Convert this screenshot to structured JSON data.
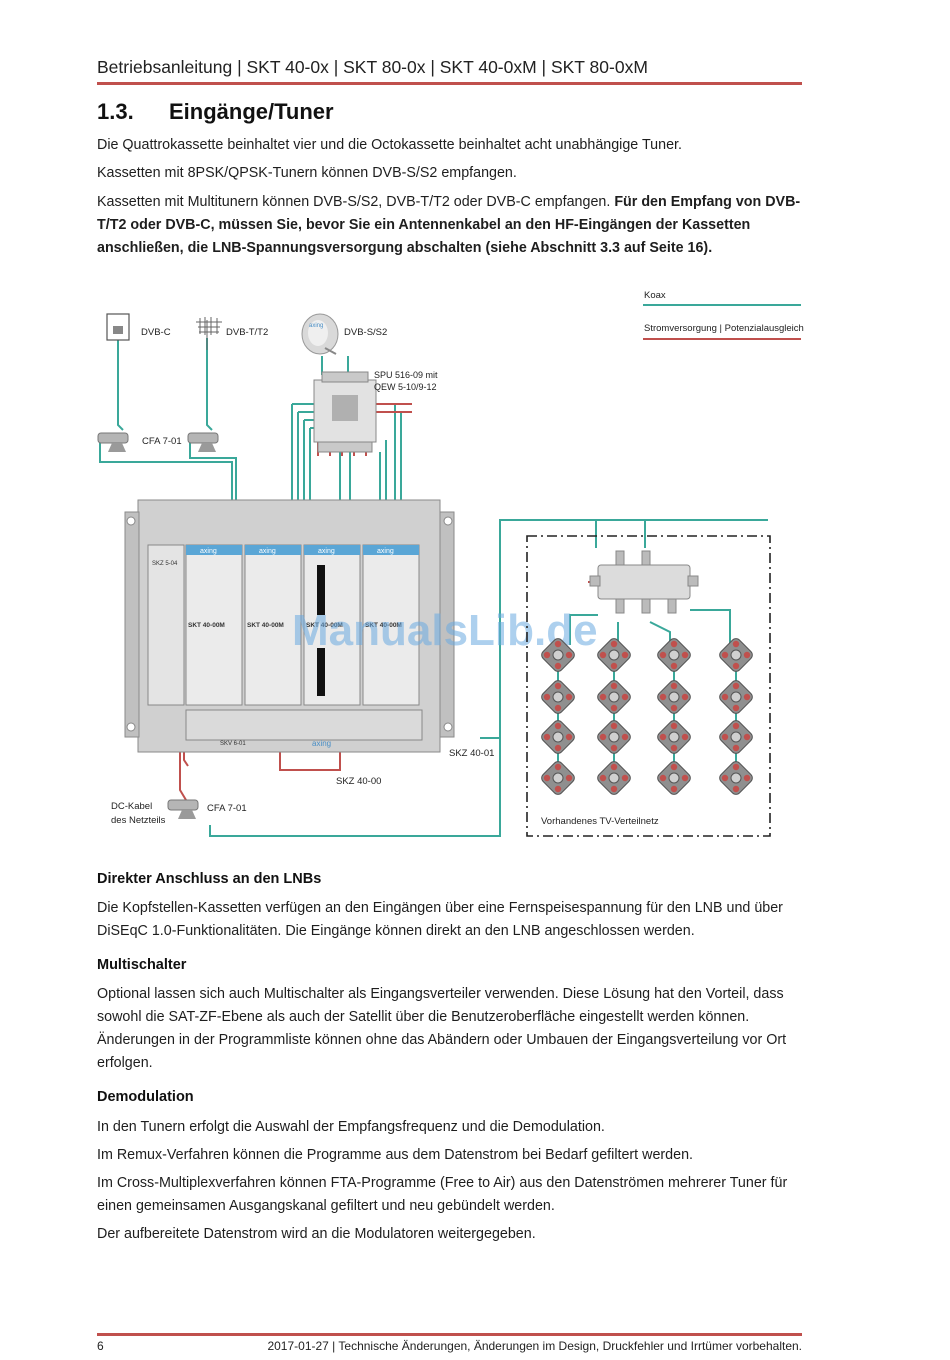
{
  "header": {
    "title": "Betriebsanleitung | SKT 40-0x | SKT 80-0x | SKT 40-0xM | SKT 80-0xM"
  },
  "section": {
    "number": "1.3.",
    "title": "Eingänge/Tuner"
  },
  "intro": {
    "p1": "Die Quattrokassette beinhaltet vier und die Octokassette beinhaltet acht unabhängige Tuner.",
    "p2": "Kassetten mit 8PSK/QPSK-Tunern können DVB-S/S2 empfangen.",
    "p3_normal": "Kassetten mit Multitunern können DVB-S/S2, DVB-T/T2 oder DVB-C empfangen. ",
    "p3_bold": "Für den Empfang von DVB-T/T2 oder DVB-C, müssen Sie, bevor Sie ein Antennenkabel an den HF-Eingängen der Kassetten anschließen, die LNB-Spannungsversorgung abschalten (siehe Abschnitt 3.3 auf Seite 16)."
  },
  "diagram": {
    "legend_koax": "Koax",
    "legend_power": "Stromversorgung | Potenzialausgleich",
    "label_dvbc": "DVB-C",
    "label_dvbt": "DVB-T/T2",
    "label_dvbs": "DVB-S/S2",
    "label_spu_1": "SPU 516-09 mit",
    "label_spu_2": "QEW 5-10/9-12",
    "label_cfa_top": "CFA 7-01",
    "label_cfa_bottom": "CFA 7-01",
    "label_dc_1": "DC-Kabel",
    "label_dc_2": "des Netzteils",
    "label_skz_4001": "SKZ 40-01",
    "label_skz_4000": "SKZ 40-00",
    "label_network": "Vorhandenes TV-Verteilnetz",
    "brand": "axing",
    "module_labels": [
      "SKT 40-00M",
      "SKT 40-00M",
      "SKT 40-00M",
      "SKT 40-00M"
    ],
    "psu_label": "SKZ 5-04",
    "skv_label": "SKV 6-01",
    "watermark": "ManualsLib.de",
    "color_koax": "#3aa89a",
    "color_power": "#c0504d"
  },
  "sections": {
    "lnb_title": "Direkter Anschluss an den LNBs",
    "lnb_p1": "Die Kopfstellen-Kassetten verfügen an den Eingängen über eine Fernspeisespannung für den LNB und über",
    "lnb_p2": "DiSEqC 1.0-Funktionalitäten. Die Eingänge können direkt an den LNB angeschlossen werden.",
    "ms_title": "Multischalter",
    "ms_p1": "Optional lassen sich auch Multischalter als Eingangsverteiler verwenden. Diese Lösung hat den Vorteil, dass",
    "ms_p2": "sowohl die SAT-ZF-Ebene als auch der Satellit über die Benutzeroberfläche eingestellt werden können.",
    "ms_p3": "Änderungen in der Programmliste können ohne das Abändern oder Umbauen der Eingangsverteilung vor Ort",
    "ms_p4": "erfolgen.",
    "demod_title": "Demodulation",
    "demod_p1": "In den Tunern erfolgt die Auswahl der Empfangsfrequenz und die Demodulation.",
    "demod_p2": "Im Remux-Verfahren können die Programme aus dem Datenstrom bei Bedarf gefiltert werden.",
    "demod_p3a": "Im Cross-Multiplexverfahren können FTA-Programme (Free to Air) aus den Datenströmen mehrerer Tuner für",
    "demod_p3b": "einen gemeinsamen Ausgangskanal gefiltert und neu gebündelt werden.",
    "demod_p4": "Der aufbereitete Datenstrom wird an die Modulatoren weitergegeben."
  },
  "footer": {
    "page": "6",
    "note": "2017-01-27 | Technische Änderungen, Änderungen im Design, Druckfehler und Irrtümer vorbehalten."
  }
}
